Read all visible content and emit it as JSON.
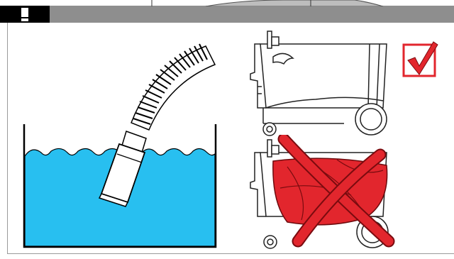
{
  "header": {
    "icon": "warning-exclamation-icon",
    "bar_color": "#8e8e8e",
    "icon_box_color": "#000000"
  },
  "illustrations": {
    "left_panel": {
      "subject": "suction-hose-in-liquid",
      "liquid_color": "#28bff0"
    },
    "right_top": {
      "subject": "vacuum-cleaner-empty",
      "status": "correct",
      "status_icon": "check-mark-icon",
      "accent_color": "#e2262d"
    },
    "right_bottom": {
      "subject": "vacuum-cleaner-full",
      "status": "incorrect",
      "status_icon": "cross-mark-icon",
      "fill_color": "#e2262d"
    }
  }
}
